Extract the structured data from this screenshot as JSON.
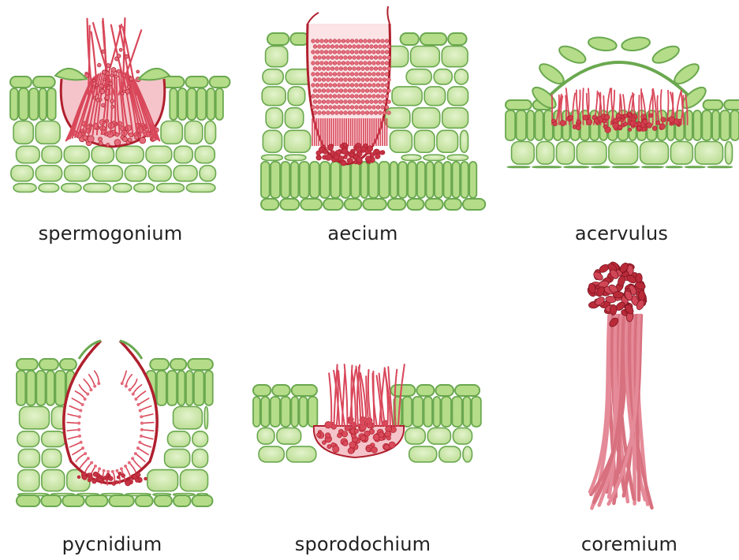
{
  "labels": {
    "spermogonium": "spermogonium",
    "aecium": "aecium",
    "acervulus": "acervulus",
    "pycnidium": "pycnidium",
    "sporodochium": "sporodochium",
    "coremium": "coremium"
  },
  "colors": {
    "cell_fill": "#c9e6a3",
    "cell_fill_light": "#dff0c4",
    "cell_stroke": "#6aa84f",
    "palisade_fill": "#b5dc88",
    "fungus_dark": "#b0202e",
    "fungus_mid": "#d9475a",
    "fungus_light": "#f0a0ab",
    "spore_fill": "#e56c7c",
    "stalk_fill": "#e58a98",
    "stalk_stroke": "#b84e60"
  }
}
